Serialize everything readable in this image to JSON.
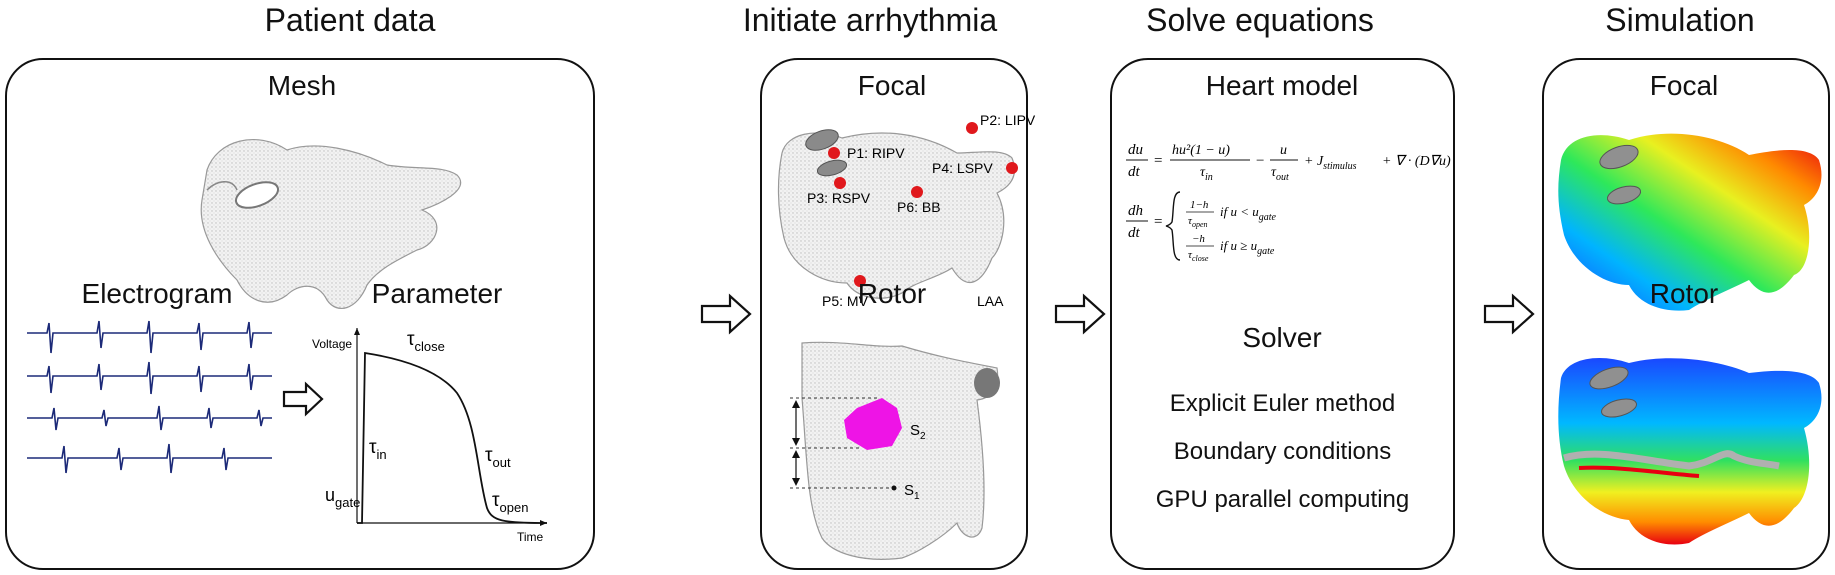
{
  "stages": {
    "patient_data": "Patient data",
    "initiate": "Initiate arrhythmia",
    "solve": "Solve equations",
    "simulation": "Simulation"
  },
  "patient": {
    "mesh_label": "Mesh",
    "electrogram_label": "Electrogram",
    "parameter_label": "Parameter",
    "param_chart": {
      "y_axis": "Voltage",
      "x_axis": "Time",
      "tau_close": "τ",
      "tau_close_sub": "close",
      "tau_in": "τ",
      "tau_in_sub": "in",
      "tau_out": "τ",
      "tau_out_sub": "out",
      "tau_open": "τ",
      "tau_open_sub": "open",
      "u_gate": "u",
      "u_gate_sub": "gate"
    }
  },
  "initiate": {
    "focal_label": "Focal",
    "rotor_label": "Rotor",
    "points": [
      {
        "label": "P1: RIPV"
      },
      {
        "label": "P2: LIPV"
      },
      {
        "label": "P3: RSPV"
      },
      {
        "label": "P4: LSPV"
      },
      {
        "label": "P5: MV"
      },
      {
        "label": "P6: BB"
      }
    ],
    "laa_label": "LAA",
    "s1": "S",
    "s1_sub": "1",
    "s2": "S",
    "s2_sub": "2"
  },
  "solve": {
    "heart_model_label": "Heart model",
    "solver_label": "Solver",
    "solver_items": [
      "Explicit Euler method",
      "Boundary conditions",
      "GPU parallel computing"
    ],
    "eq": {
      "du": "du",
      "dt": "dt",
      "num1": "hu²(1 − u)",
      "den1": "τ",
      "den1_sub": "in",
      "minus": "−",
      "num2": "u",
      "den2": "τ",
      "den2_sub": "out",
      "plus_j": "+ J",
      "j_sub": "stimulus",
      "div": "+ ∇ · (D∇u)",
      "dh": "dh",
      "case1_num": "1−h",
      "case1_den": "τ",
      "case1_den_sub": "open",
      "case1_cond": "if u < u",
      "case1_cond_sub": "gate",
      "case2_num": "−h",
      "case2_den": "τ",
      "case2_den_sub": "close",
      "case2_cond": "if u ≥ u",
      "case2_cond_sub": "gate"
    }
  },
  "simulation": {
    "focal_label": "Focal",
    "rotor_label": "Rotor"
  },
  "colors": {
    "marker": "#e0181c",
    "s2": "#ee14e6",
    "ecg": "#1c2a78"
  }
}
